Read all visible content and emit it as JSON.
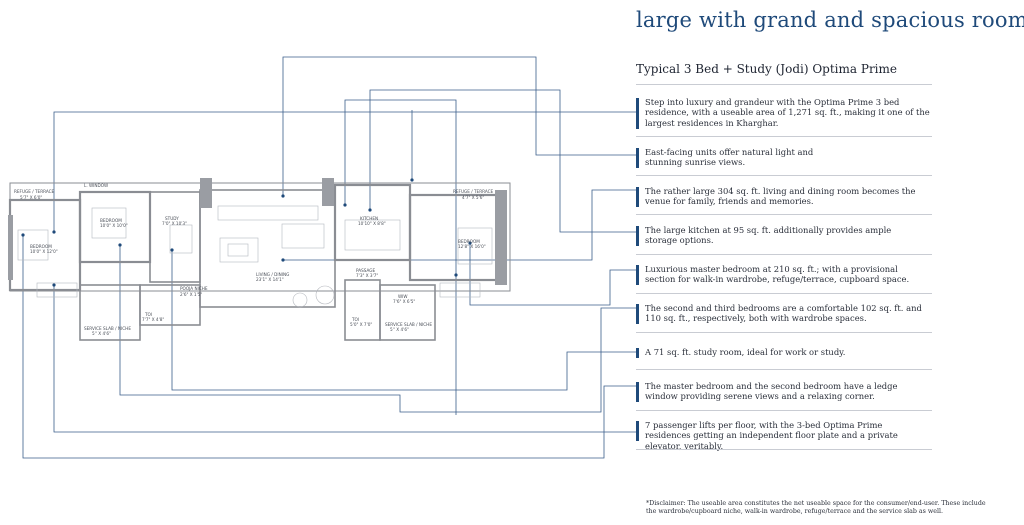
{
  "headline": "large with grand and spacious rooms.",
  "subtitle": "Typical 3 Bed + Study (Jodi) Optima Prime",
  "features": [
    {
      "text": "Step into luxury and grandeur with the Optima Prime 3 bed residence, with a useable area of 1,271 sq. ft., making it one of the largest residences in Kharghar."
    },
    {
      "text": "East-facing units offer natural light and stunning sunrise views."
    },
    {
      "text": "The rather large 304 sq. ft. living and dining room becomes the venue for family, friends and memories."
    },
    {
      "text": "The large kitchen at 95 sq. ft. additionally provides ample storage options."
    },
    {
      "text": "Luxurious master bedroom at 210 sq. ft.; with a provisional section for walk-in wardrobe, refuge/terrace, cupboard space."
    },
    {
      "text": "The second and third bedrooms are a comfortable 102 sq. ft. and 110 sq. ft., respectively, both with wardrobe spaces."
    },
    {
      "text": "A 71 sq. ft. study room, ideal for work or study."
    },
    {
      "text": "The master bedroom and the second bedroom have a ledge window providing serene views and a relaxing corner."
    },
    {
      "text": "7 passenger lifts per floor, with the 3-bed Optima Prime residences getting an independent floor plate and a private elevator, veritably."
    }
  ],
  "disclaimer": "*Disclaimer: The useable area constitutes the net useable space for the consumer/end-user. These include the wardrobe/cupboard niche, walk-in wardrobe, refuge/terrace and the service slab as well.",
  "plan_labels": {
    "refuge_left": "REFUGE / TERRACE",
    "refuge_left_dim": "5'7\" X 6'0\"",
    "l_window": "L. WINDOW",
    "bedroom_left": "BEDROOM",
    "bedroom_left_dim": "10'0\" X 12'0\"",
    "bedroom_top": "BEDROOM",
    "bedroom_top_dim": "10'0\" X 10'0\"",
    "study": "STUDY",
    "study_dim": "7'0\" X 10'3\"",
    "kitchen": "KITCHEN",
    "kitchen_dim": "10'10\" X 8'8\"",
    "refuge_right": "REFUGE / TERRACE",
    "refuge_right_dim": "4'7\" X 5'6\"",
    "bedroom_right": "BEDROOM",
    "bedroom_right_dim": "12'8\" X 16'0\"",
    "living": "LIVING / DINING",
    "living_dim": "23'1\" X 14'1\"",
    "pooja": "POOJA NICHE",
    "pooja_dim": "2'6\" X 1'5\"",
    "passage": "PASSAGE",
    "passage_dim": "7'3\" X 3'7\"",
    "wiw": "WIW",
    "wiw_dim": "7'6\" X 6'5\"",
    "toilet": "TOI",
    "toilet_dim": "5'0\" X 7'0\"",
    "service_slab_left": "SERVICE SLAB / NICHE",
    "service_slab_left_dim": "5'' X 4'6\"",
    "service_slab_right": "SERVICE SLAB / NICHE",
    "service_slab_right_dim": "5'' X 4'6\"",
    "toi_small": "TOI",
    "toi_small_dim": "7'7\" X 4'8\""
  },
  "colors": {
    "accent": "#1f4a7a",
    "wall": "#8a8d93",
    "leader": "#3b5f8a",
    "rule": "#c9ccd3"
  }
}
